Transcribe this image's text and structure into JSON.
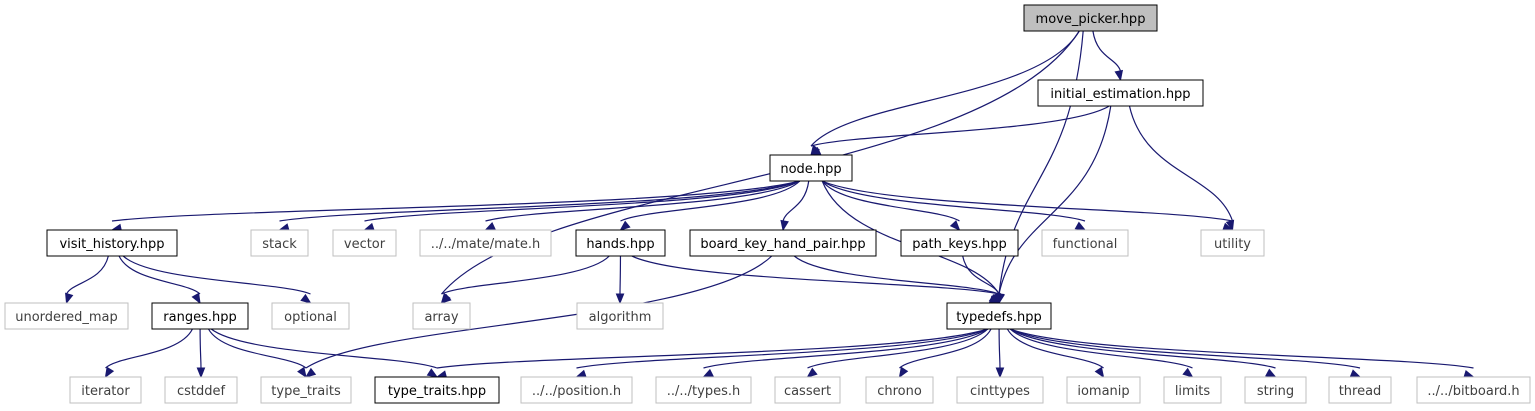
{
  "graph": {
    "root": "move_picker.hpp",
    "nodes": [
      {
        "id": "move_picker",
        "label": "move_picker.hpp",
        "kind": "root"
      },
      {
        "id": "initial_estimation",
        "label": "initial_estimation.hpp",
        "kind": "file"
      },
      {
        "id": "node",
        "label": "node.hpp",
        "kind": "file"
      },
      {
        "id": "visit_history",
        "label": "visit_history.hpp",
        "kind": "file"
      },
      {
        "id": "stack",
        "label": "stack",
        "kind": "external"
      },
      {
        "id": "vector",
        "label": "vector",
        "kind": "external"
      },
      {
        "id": "mate",
        "label": "../../mate/mate.h",
        "kind": "external"
      },
      {
        "id": "hands",
        "label": "hands.hpp",
        "kind": "file"
      },
      {
        "id": "board_key",
        "label": "board_key_hand_pair.hpp",
        "kind": "file"
      },
      {
        "id": "path_keys",
        "label": "path_keys.hpp",
        "kind": "file"
      },
      {
        "id": "functional",
        "label": "functional",
        "kind": "external"
      },
      {
        "id": "utility",
        "label": "utility",
        "kind": "external"
      },
      {
        "id": "unordered_map",
        "label": "unordered_map",
        "kind": "external"
      },
      {
        "id": "ranges",
        "label": "ranges.hpp",
        "kind": "file"
      },
      {
        "id": "optional",
        "label": "optional",
        "kind": "external"
      },
      {
        "id": "array",
        "label": "array",
        "kind": "external"
      },
      {
        "id": "algorithm",
        "label": "algorithm",
        "kind": "external"
      },
      {
        "id": "typedefs",
        "label": "typedefs.hpp",
        "kind": "file"
      },
      {
        "id": "iterator",
        "label": "iterator",
        "kind": "external"
      },
      {
        "id": "cstddef",
        "label": "cstddef",
        "kind": "external"
      },
      {
        "id": "type_traits",
        "label": "type_traits",
        "kind": "external"
      },
      {
        "id": "type_traits_hpp",
        "label": "type_traits.hpp",
        "kind": "file"
      },
      {
        "id": "position",
        "label": "../../position.h",
        "kind": "external"
      },
      {
        "id": "types",
        "label": "../../types.h",
        "kind": "external"
      },
      {
        "id": "cassert",
        "label": "cassert",
        "kind": "external"
      },
      {
        "id": "chrono",
        "label": "chrono",
        "kind": "external"
      },
      {
        "id": "cinttypes",
        "label": "cinttypes",
        "kind": "external"
      },
      {
        "id": "iomanip",
        "label": "iomanip",
        "kind": "external"
      },
      {
        "id": "limits",
        "label": "limits",
        "kind": "external"
      },
      {
        "id": "string",
        "label": "string",
        "kind": "external"
      },
      {
        "id": "thread",
        "label": "thread",
        "kind": "external"
      },
      {
        "id": "bitboard",
        "label": "../../bitboard.h",
        "kind": "external"
      }
    ],
    "edges": [
      [
        "move_picker",
        "initial_estimation"
      ],
      [
        "move_picker",
        "node"
      ],
      [
        "move_picker",
        "array"
      ],
      [
        "move_picker",
        "typedefs"
      ],
      [
        "initial_estimation",
        "node"
      ],
      [
        "initial_estimation",
        "utility"
      ],
      [
        "initial_estimation",
        "typedefs"
      ],
      [
        "node",
        "visit_history"
      ],
      [
        "node",
        "stack"
      ],
      [
        "node",
        "vector"
      ],
      [
        "node",
        "mate"
      ],
      [
        "node",
        "hands"
      ],
      [
        "node",
        "board_key"
      ],
      [
        "node",
        "path_keys"
      ],
      [
        "node",
        "functional"
      ],
      [
        "node",
        "utility"
      ],
      [
        "node",
        "typedefs"
      ],
      [
        "visit_history",
        "unordered_map"
      ],
      [
        "visit_history",
        "ranges"
      ],
      [
        "visit_history",
        "optional"
      ],
      [
        "hands",
        "array"
      ],
      [
        "hands",
        "algorithm"
      ],
      [
        "hands",
        "typedefs"
      ],
      [
        "board_key",
        "typedefs"
      ],
      [
        "board_key",
        "type_traits"
      ],
      [
        "path_keys",
        "typedefs"
      ],
      [
        "ranges",
        "iterator"
      ],
      [
        "ranges",
        "cstddef"
      ],
      [
        "ranges",
        "type_traits"
      ],
      [
        "ranges",
        "type_traits_hpp"
      ],
      [
        "typedefs",
        "type_traits_hpp"
      ],
      [
        "typedefs",
        "position"
      ],
      [
        "typedefs",
        "types"
      ],
      [
        "typedefs",
        "cassert"
      ],
      [
        "typedefs",
        "chrono"
      ],
      [
        "typedefs",
        "cinttypes"
      ],
      [
        "typedefs",
        "iomanip"
      ],
      [
        "typedefs",
        "limits"
      ],
      [
        "typedefs",
        "string"
      ],
      [
        "typedefs",
        "thread"
      ],
      [
        "typedefs",
        "bitboard"
      ]
    ]
  },
  "colors": {
    "edge": "#191970",
    "root_fill": "#bfbfbf",
    "file_border": "#000000",
    "external_border": "#bfbfbf",
    "external_text": "#404040"
  }
}
